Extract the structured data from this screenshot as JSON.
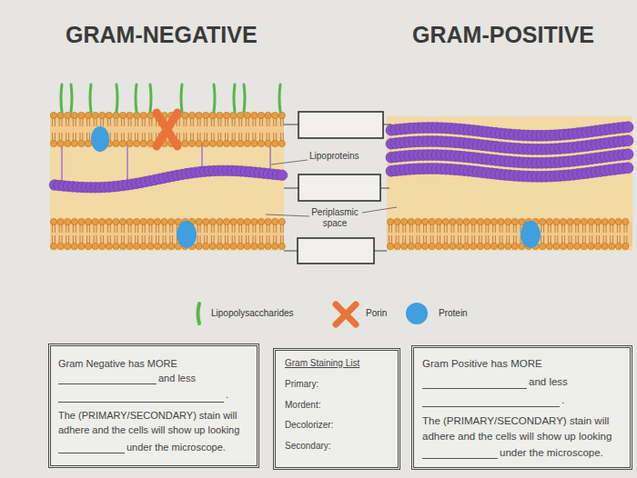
{
  "diagram": {
    "nodes": [
      {
        "text": [
          "Gram Negative has MORE",
          "and less",
          ".",
          "The (PRIMARY/SECONDARY) stain will adhere and the cells will show up looking",
          "under the microscope."
        ]
      },
      {
        "text": [
          "Gram Staining List",
          "Primary:",
          "Mordent:",
          "Decolorizer:",
          "Secondary:"
        ]
      },
      {
        "text": [
          "Gram Positive has MORE",
          "and less",
          ".",
          "The (PRIMARY/SECONDARY) stain will adhere and the cells will show up looking",
          "under the microscope."
        ]
      }
    ],
    "labels": [
      "GRAM-NEGATIVE",
      "GRAM-POSITIVE",
      "Lipoproteins",
      "Periplasmic space"
    ],
    "legend": [
      {
        "text": "Lipopolysaccharides"
      },
      {
        "text": "Porin"
      },
      {
        "text": "Protein"
      }
    ]
  }
}
